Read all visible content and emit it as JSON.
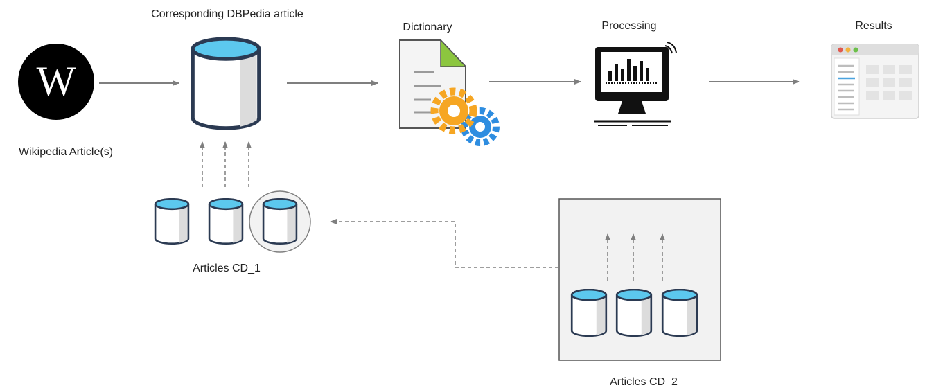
{
  "labels": {
    "dbpedia": "Corresponding DBPedia article",
    "wikipedia": "Wikipedia Article(s)",
    "dictionary": "Dictionary",
    "processing": "Processing",
    "results": "Results",
    "cd1": "Articles CD_1",
    "cd2": "Articles CD_2"
  },
  "wikipedia_logo": {
    "glyph": "W"
  },
  "icons": {
    "wikipedia": "wikipedia-logo-icon",
    "dbpedia": "database-icon",
    "dictionary": "document-gears-icon",
    "processing": "monitor-chart-icon",
    "results": "browser-window-icon",
    "cd_database": "database-icon"
  },
  "colors": {
    "db_top": "#5cc8ee",
    "db_stroke": "#2b3a52",
    "arrow": "#7f7f7f",
    "panel_bg": "#f2f2f2",
    "gear_orange": "#f6a623",
    "gear_blue": "#2e8de0",
    "doc_corner": "#8cc63f"
  }
}
